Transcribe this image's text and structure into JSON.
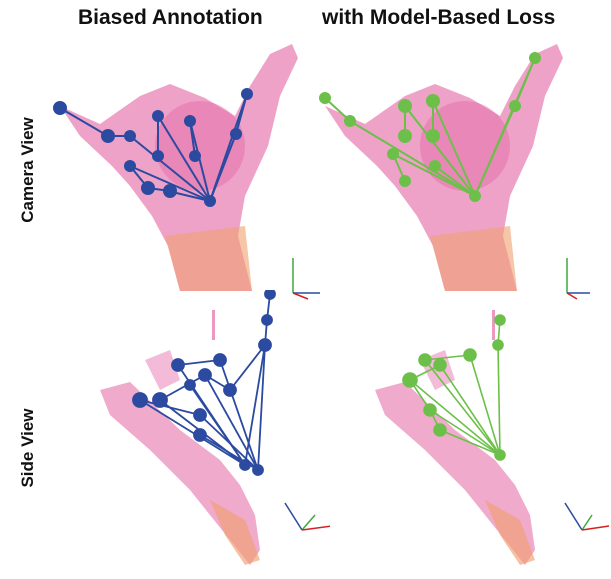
{
  "columns": [
    "Biased Annotation",
    "with Model-Based Loss"
  ],
  "rows": [
    "Camera View",
    "Side View"
  ],
  "colors": {
    "skeleton_biased": "#2b4aa0",
    "skeleton_model": "#6cc04a",
    "cloud_pink": "#e0559a",
    "cloud_orange": "#f0a070",
    "axis_x": "#d42020",
    "axis_y": "#3ea83e",
    "axis_z": "#2b4aa0"
  }
}
